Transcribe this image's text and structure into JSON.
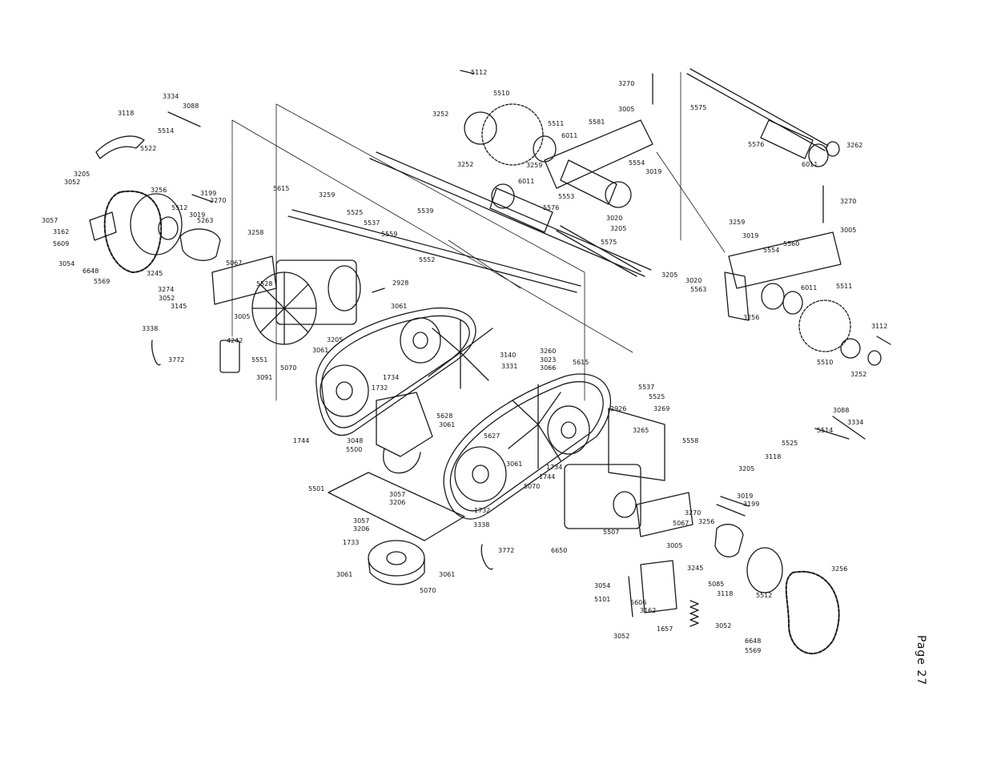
{
  "page_label": "Page 27",
  "callouts": [
    "3334",
    "3088",
    "5514",
    "3118",
    "5522",
    "3205",
    "3052",
    "3256",
    "3199",
    "5615",
    "3259",
    "3270",
    "3019",
    "5512",
    "5525",
    "5537",
    "5559",
    "3057",
    "3162",
    "5609",
    "3054",
    "6648",
    "5569",
    "5263",
    "3258",
    "5067",
    "3245",
    "3274",
    "3052",
    "3145",
    "5528",
    "2928",
    "3338",
    "3772",
    "4242",
    "3005",
    "5551",
    "3091",
    "3205",
    "3061",
    "5539",
    "5552",
    "5112",
    "5510",
    "3252",
    "5511",
    "6011",
    "5581",
    "5554",
    "3259",
    "3019",
    "3270",
    "3005",
    "5575",
    "5576",
    "6011",
    "3262",
    "3252",
    "6011",
    "5576",
    "5553",
    "3020",
    "3205",
    "5575",
    "3259",
    "3019",
    "3270",
    "3005",
    "5560",
    "5554",
    "3205",
    "3020",
    "5563",
    "6011",
    "5511",
    "3256",
    "3112",
    "5510",
    "3252",
    "3061",
    "1734",
    "1732",
    "3140",
    "3331",
    "3260",
    "3023",
    "3066",
    "5615",
    "5537",
    "5525",
    "3265",
    "2926",
    "5628",
    "5627",
    "3061",
    "5070",
    "1744",
    "3048",
    "5500",
    "5501",
    "3057",
    "3206",
    "3057",
    "3206",
    "1733",
    "3061",
    "3061",
    "5070",
    "3338",
    "3772",
    "6650",
    "5507",
    "3061",
    "1734",
    "1744",
    "5070",
    "1732",
    "3269",
    "5558",
    "3088",
    "3334",
    "5514",
    "5525",
    "3118",
    "3205",
    "3019",
    "3199",
    "3270",
    "3256",
    "5067",
    "3005",
    "3245",
    "5085",
    "5512",
    "3256",
    "3054",
    "5101",
    "5606",
    "3162",
    "3118",
    "3052",
    "1657",
    "3052",
    "6648",
    "5569"
  ]
}
